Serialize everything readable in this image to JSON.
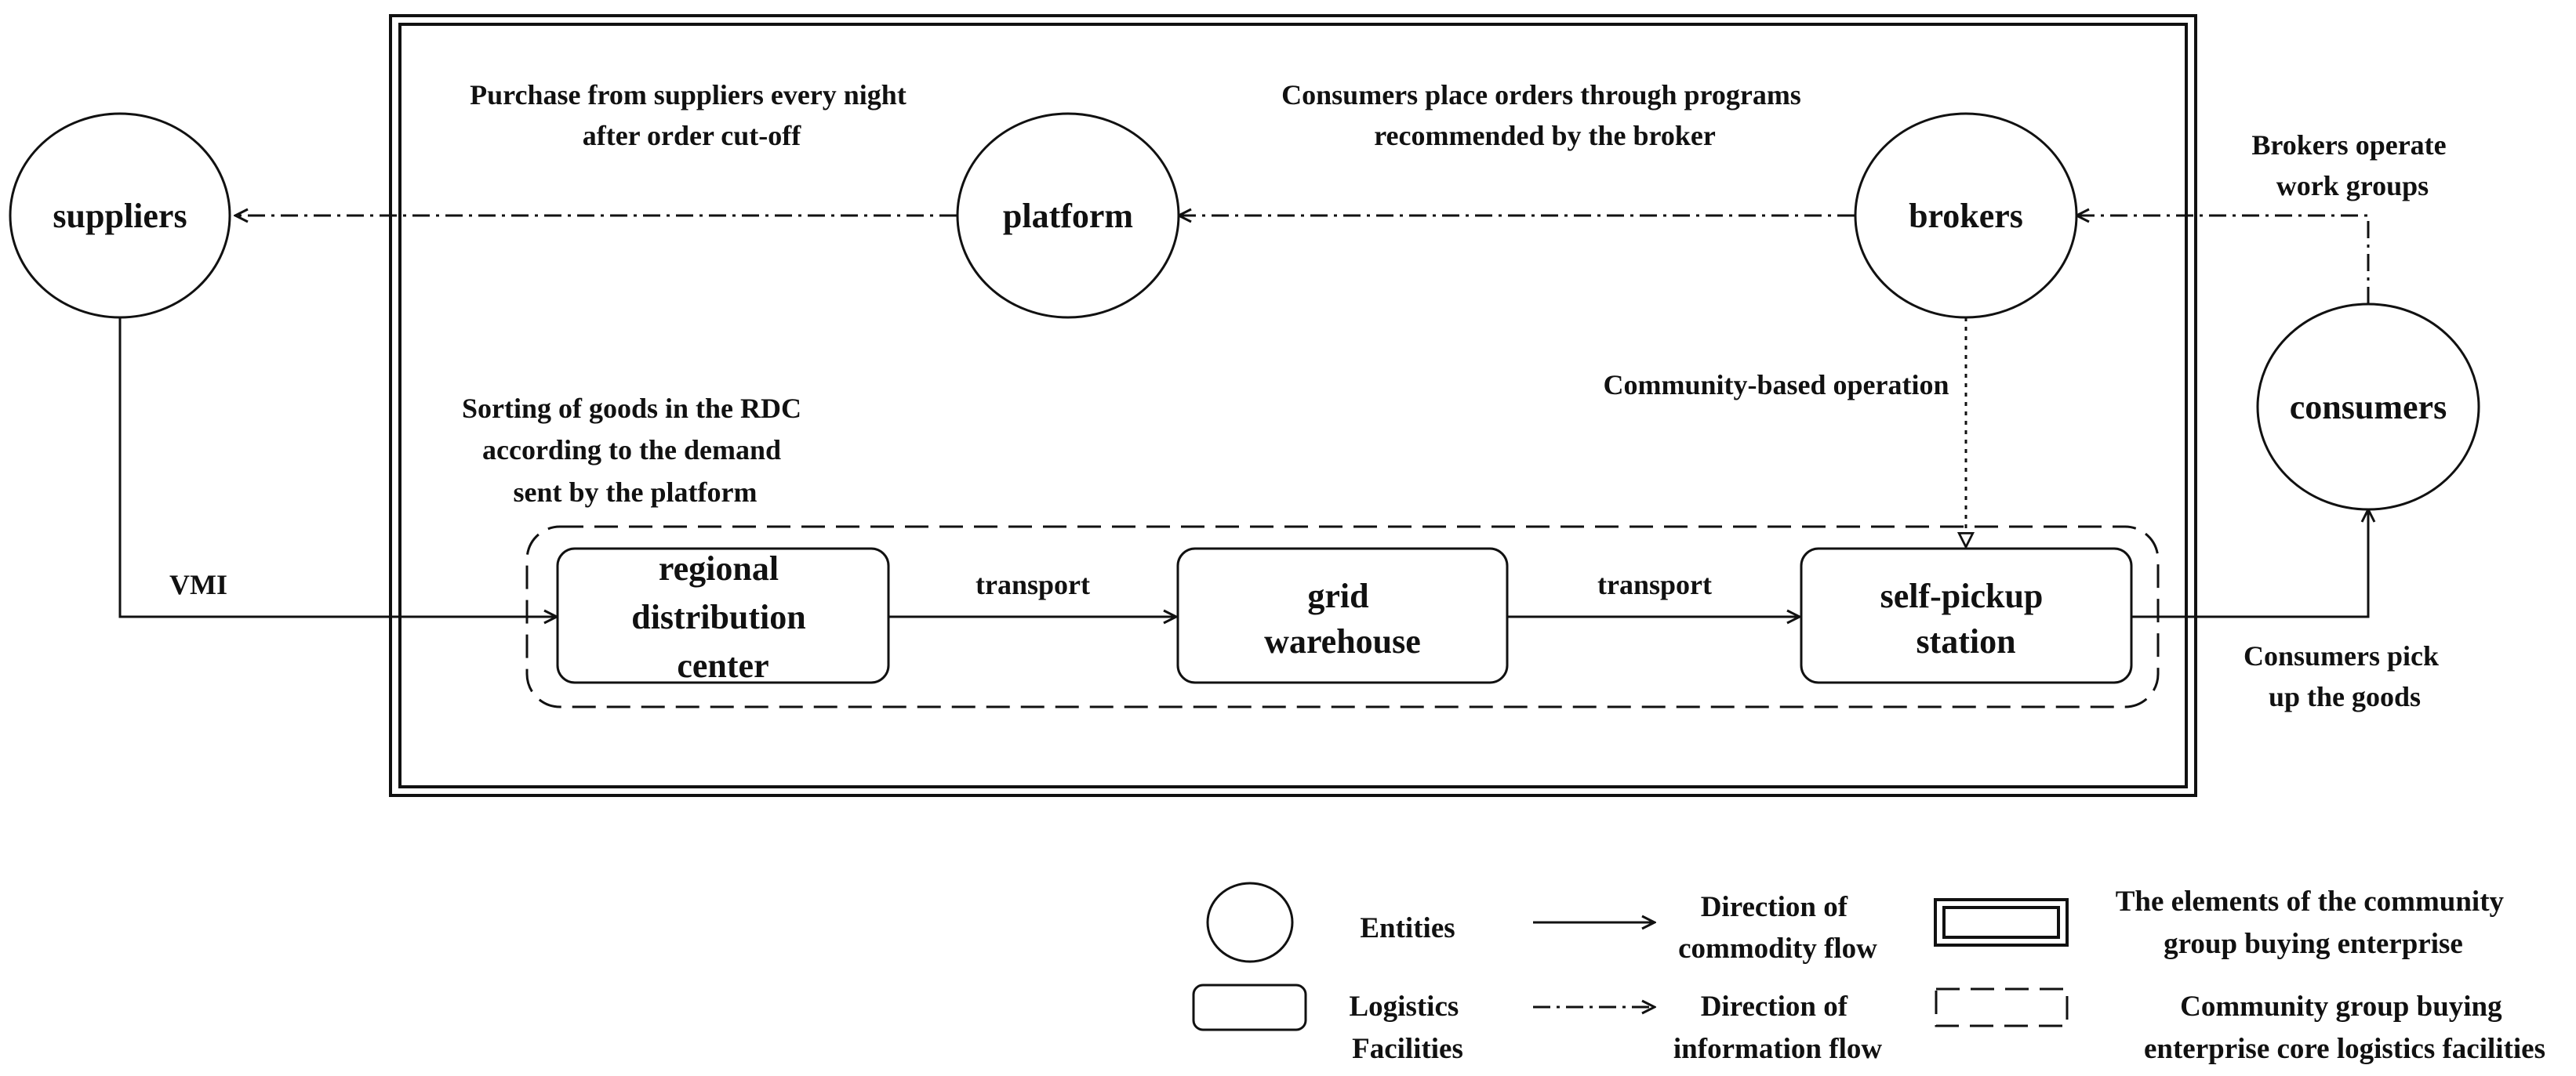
{
  "entities": {
    "suppliers": "suppliers",
    "platform": "platform",
    "brokers": "brokers",
    "consumers": "consumers"
  },
  "facilities": {
    "rdc": [
      "regional",
      "distribution",
      "center"
    ],
    "grid": [
      "grid",
      "warehouse"
    ],
    "station": [
      "self-pickup",
      "station"
    ]
  },
  "annotations": {
    "purchase": [
      "Purchase from suppliers every night",
      "after order cut-off"
    ],
    "orders": [
      "Consumers place orders through programs",
      "recommended by the broker"
    ],
    "broker_ops": [
      "Brokers operate",
      "work groups"
    ],
    "community_op": "Community-based operation",
    "sorting": [
      "Sorting of goods in the RDC",
      "according to the demand",
      "sent by the platform"
    ],
    "vmi": "VMI",
    "transport_1": "transport",
    "transport_2": "transport",
    "pickup": [
      "Consumers pick",
      "up the goods"
    ]
  },
  "legend": {
    "entities": "Entities",
    "facilities": [
      "Logistics",
      "Facilities"
    ],
    "commodity_flow": [
      "Direction of",
      "commodity flow"
    ],
    "information_flow": [
      "Direction of",
      "information flow"
    ],
    "enterprise": [
      "The elements of the community",
      "group buying enterprise"
    ],
    "core_facilities": [
      "Community group buying",
      "enterprise core logistics facilities"
    ]
  }
}
